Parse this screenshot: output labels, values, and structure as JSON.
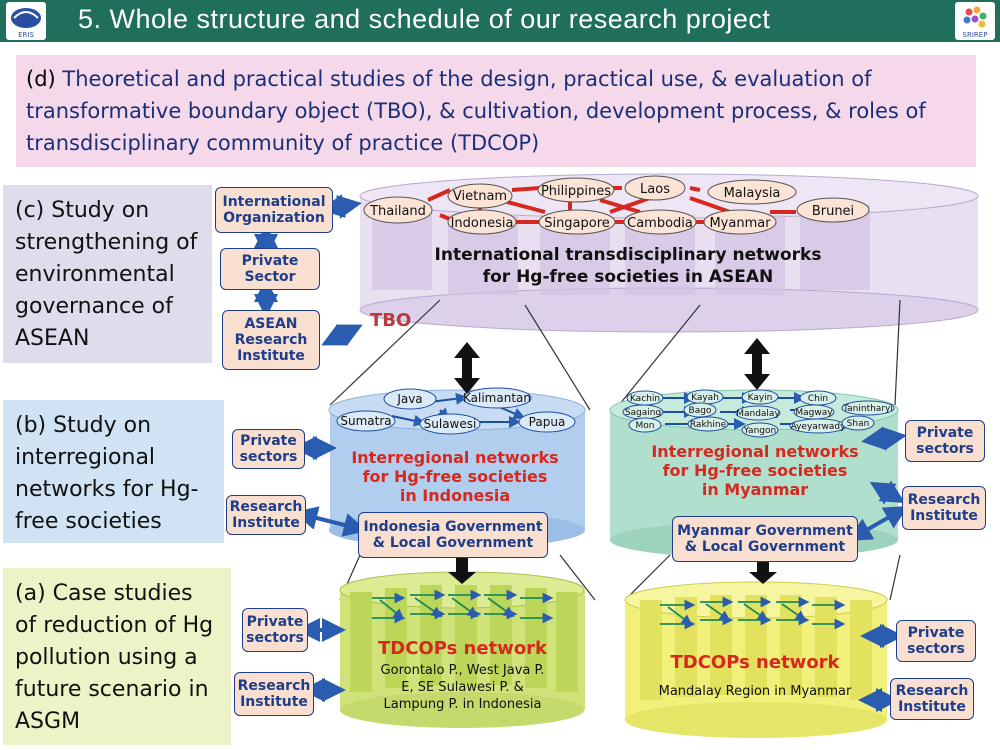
{
  "title": "5. Whole structure and schedule of our research project",
  "logos": {
    "left_text": "ERIS",
    "right_text": "SRIREP"
  },
  "box_d": {
    "label": "(d)",
    "text": "Theoretical and practical studies of the design, practical use, & evaluation of transformative boundary object (TBO), & cultivation, development process, & roles of transdisciplinary community of practice (TDCOP)"
  },
  "box_c": {
    "text": "(c) Study on strengthening of environmental governance of ASEAN"
  },
  "box_b": {
    "text": "(b) Study on interregional networks for Hg-free societies"
  },
  "box_a": {
    "text": "(a) Case studies of reduction of Hg pollution using a future scenario in ASGM"
  },
  "top_actors": [
    "International Organization",
    "Private Sector",
    "ASEAN Research Institute"
  ],
  "countries": [
    "Thailand",
    "Vietnam",
    "Philippines",
    "Laos",
    "Malaysia",
    "Indonesia",
    "Singapore",
    "Cambodia",
    "Myanmar",
    "Brunei"
  ],
  "asean_network": {
    "line1": "International transdisciplinary networks",
    "line2": "for Hg-free societies in ASEAN",
    "tbo": "TBO"
  },
  "indonesia": {
    "regions": [
      "Java",
      "Kalimantan",
      "Sumatra",
      "Sulawesi",
      "Papua"
    ],
    "network_line1": "Interregional networks",
    "network_line2": "for Hg-free societies",
    "network_line3": "in Indonesia",
    "gov_line1": "Indonesia Government",
    "gov_line2": "& Local Government",
    "private": "Private sectors",
    "research": "Research Institute",
    "tdcop_title": "TDCOPs network",
    "tdcop_line1": "Gorontalo P., West Java P.",
    "tdcop_line2": "E, SE Sulawesi P. &",
    "tdcop_line3": "Lampung P. in Indonesia",
    "private2": "Private sectors",
    "research2": "Research Institute"
  },
  "myanmar": {
    "regions": [
      "Kachin",
      "Kayah",
      "Kayin",
      "Chin",
      "Sagaing",
      "Bago",
      "Mandalay",
      "Magway",
      "Tanintharyi",
      "Mon",
      "Rakhine",
      "Yangon",
      "Ayeyarwady",
      "Shan"
    ],
    "network_line1": "Interregional networks",
    "network_line2": "for Hg-free societies",
    "network_line3": "in Myanmar",
    "gov_line1": "Myanmar Government",
    "gov_line2": "& Local Government",
    "private": "Private sectors",
    "research": "Research Institute",
    "tdcop_title": "TDCOPs network",
    "tdcop_line1": "Mandalay Region in Myanmar",
    "private2": "Private sectors",
    "research2": "Research Institute"
  },
  "colors": {
    "title_bar": "#1f6f5c",
    "box_d": "#f5d9ea",
    "box_c": "#e1dcec",
    "box_b": "#cfe3f5",
    "box_a": "#eef3c7",
    "net_text": "#d6281e",
    "actor_text": "#1e3d8a"
  }
}
